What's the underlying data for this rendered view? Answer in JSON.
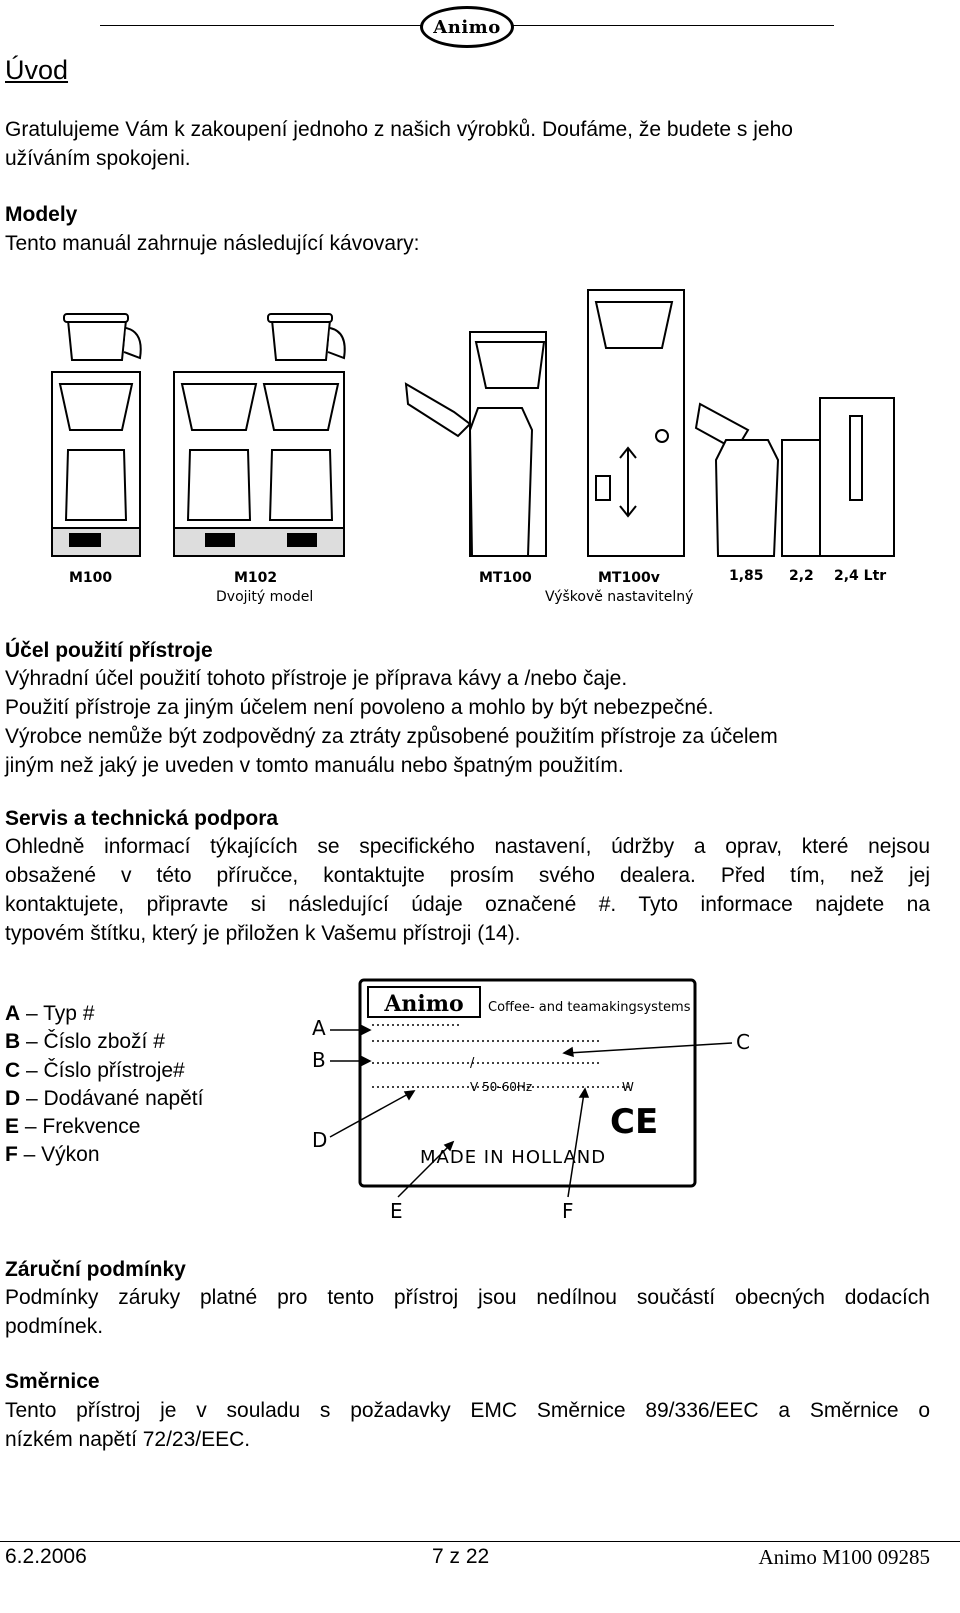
{
  "header": {
    "logo_text": "Animo"
  },
  "title": "Úvod",
  "intro": [
    "Gratulujeme Vám k zakoupení jednoho z našich výrobků. Doufáme, že budete s jeho",
    "užíváním spokojeni."
  ],
  "models": {
    "heading": "Modely",
    "text": "Tento manuál zahrnuje následující kávovary:",
    "labels": [
      "M100",
      "M102",
      "MT100",
      "MT100v",
      "1,85",
      "2,2",
      "2,4 Ltr"
    ],
    "captions": [
      "Dvojitý model",
      "Výškově nastavitelný"
    ]
  },
  "purpose": {
    "heading": "Účel použití přístroje",
    "lines": [
      "Výhradní účel použití tohoto přístroje je příprava kávy a /nebo čaje.",
      "Použití přístroje za jiným účelem není povoleno a mohlo by být nebezpečné.",
      "Výrobce nemůže být zodpovědný za ztráty způsobené použitím přístroje za účelem",
      "jiným než jaký je uveden v tomto manuálu nebo špatným použitím."
    ]
  },
  "service": {
    "heading": "Servis a technická podpora",
    "lines": [
      "Ohledně informací týkajících se specifického nastavení, údržby a oprav, které nejsou",
      "obsažené v této příručce, kontaktujte prosím svého dealera. Před tím, než jej",
      "kontaktujete, připravte si následující údaje označené #. Tyto informace najdete na",
      "typovém štítku, který je přiložen k Vašemu přístroji (14)."
    ]
  },
  "legend": [
    {
      "letter": "A",
      "text": " – Typ  #"
    },
    {
      "letter": "B",
      "text": " – Číslo zboží #"
    },
    {
      "letter": "C",
      "text": " – Číslo přístroje#"
    },
    {
      "letter": "D",
      "text": " – Dodávané napětí"
    },
    {
      "letter": "E",
      "text": " – Frekvence"
    },
    {
      "letter": "F",
      "text": " – Výkon"
    }
  ],
  "plate": {
    "brand": "Animo",
    "tagline": "Coffee- and teamakingsystems",
    "slash": "/",
    "voltage": "V 50-60Hz",
    "watt": "W",
    "ce": "CE",
    "made_in": "MADE  IN  HOLLAND",
    "letters": {
      "a": "A",
      "b": "B",
      "c": "C",
      "d": "D",
      "e": "E",
      "f": "F"
    }
  },
  "warranty": {
    "heading": "Záruční podmínky",
    "lines": [
      "Podmínky záruky platné pro tento přístroj jsou nedílnou součástí obecných dodacích",
      "podmínek."
    ]
  },
  "directive": {
    "heading": "Směrnice",
    "lines": [
      "Tento přístroj je v souladu s požadavky EMC Směrnice 89/336/EEC a Směrnice o",
      "nízkém napětí 72/23/EEC."
    ]
  },
  "footer": {
    "date": "6.2.2006",
    "page": "7 z 22",
    "doc": "Animo M100 09285"
  }
}
